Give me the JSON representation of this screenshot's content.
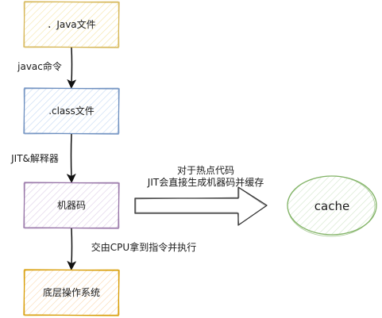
{
  "nodes": {
    "java_file": "．Java文件",
    "class_file": ".class文件",
    "machine_code": "机器码",
    "os": "底层操作系统",
    "cache": "cache"
  },
  "edges": {
    "javac": "javac命令",
    "jit": "JIT&解释器",
    "cpu": "交由CPU拿到指令并执行"
  },
  "annotation": {
    "line1": "对于热点代码",
    "line2": "JIT会直接生成机器码并缓存"
  },
  "colors": {
    "java_border": "#d6b656",
    "java_fill": "#fff2cc",
    "class_border": "#6c8ebf",
    "class_fill": "#dae8fc",
    "machine_border": "#9673a6",
    "machine_fill": "#e1d5e7",
    "os_border": "#d79b00",
    "os_fill": "#ffe6cc",
    "cache_border": "#82b366",
    "cache_fill": "#d5e8d4"
  }
}
